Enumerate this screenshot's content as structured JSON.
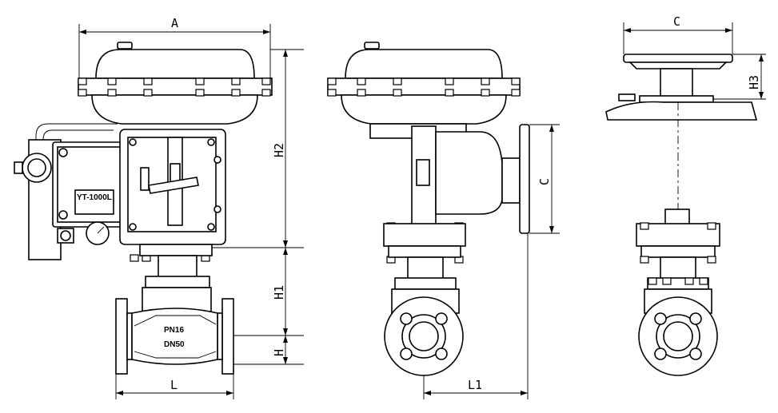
{
  "front_view": {
    "dim_A": "A",
    "dim_H2": "H2",
    "dim_H1": "H1",
    "dim_H": "H",
    "dim_L": "L",
    "positioner_model": "YT-1000L",
    "nameplate_pn": "PN16",
    "nameplate_dn": "DN50"
  },
  "side_view": {
    "dim_C": "C",
    "dim_L1": "L1"
  },
  "top_view": {
    "dim_C": "C",
    "dim_H3": "H3"
  }
}
